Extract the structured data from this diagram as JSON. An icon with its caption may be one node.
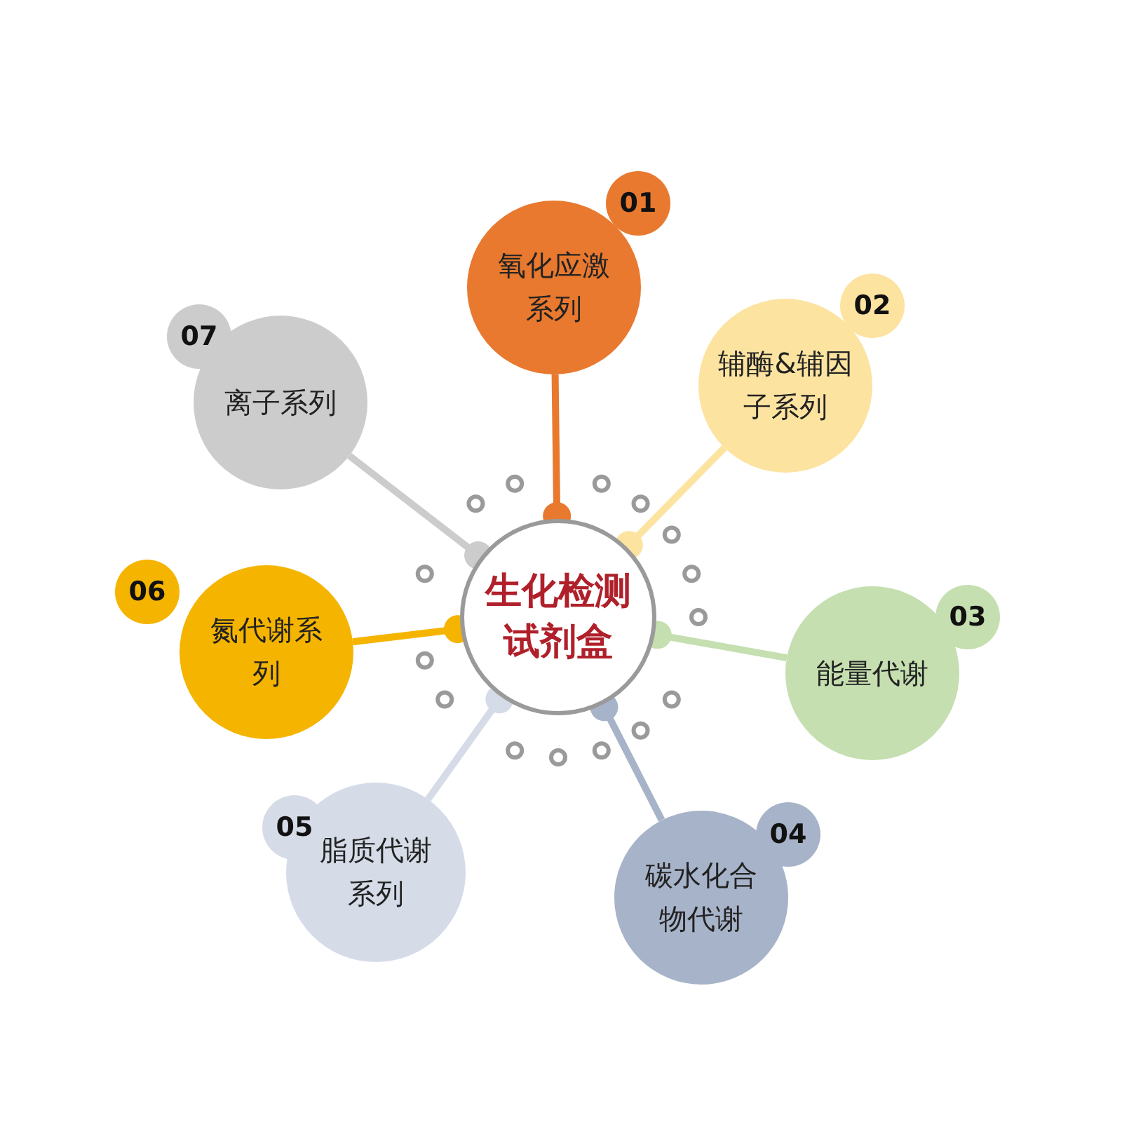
{
  "diagram": {
    "nodes": [
      {
        "text": [
          "生化检测试剂盒"
        ]
      },
      {
        "text": [
          "01",
          "氧化应激系列"
        ]
      },
      {
        "text": [
          "02",
          "辅酶&辅因子系列"
        ]
      },
      {
        "text": [
          "03",
          "能量代谢"
        ]
      },
      {
        "text": [
          "04",
          "碳水化合物代谢"
        ]
      },
      {
        "text": [
          "05",
          "脂质代谢系列"
        ]
      },
      {
        "text": [
          "06",
          "氮代谢系列"
        ]
      },
      {
        "text": [
          "07",
          "离子系列"
        ]
      }
    ],
    "edges": [
      {
        "from": 1,
        "to": 0,
        "arrow": "other",
        "color": "#e8792f"
      },
      {
        "from": 2,
        "to": 0,
        "arrow": "other",
        "color": "#fce3a0"
      },
      {
        "from": 3,
        "to": 0,
        "arrow": "other",
        "color": "#c5dfb0"
      },
      {
        "from": 4,
        "to": 0,
        "arrow": "other",
        "color": "#a7b3c9"
      },
      {
        "from": 5,
        "to": 0,
        "arrow": "other",
        "color": "#d5dce8"
      },
      {
        "from": 6,
        "to": 0,
        "arrow": "other",
        "color": "#f5b400"
      },
      {
        "from": 7,
        "to": 0,
        "arrow": "other",
        "color": "#cccccc"
      }
    ]
  }
}
